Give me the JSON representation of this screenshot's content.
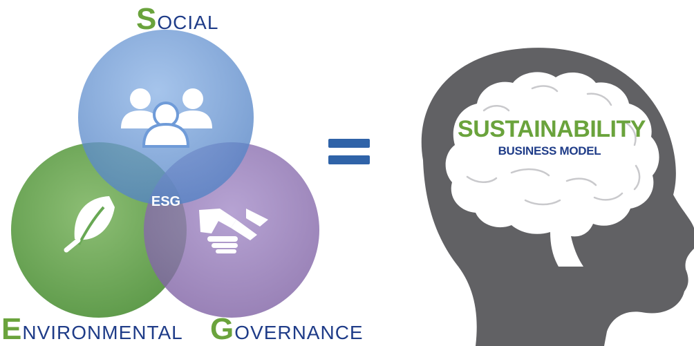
{
  "venn": {
    "social": {
      "initial": "S",
      "rest": "OCIAL",
      "color": "#5b8fd4",
      "icon": "people-icon"
    },
    "environmental": {
      "initial": "E",
      "rest": "NVIRONMENTAL",
      "color": "#5fa34a",
      "icon": "leaf-icon"
    },
    "governance": {
      "initial": "G",
      "rest": "OVERNANCE",
      "color": "#8a6bb0",
      "icon": "handshake-icon"
    },
    "center_label": "ESG"
  },
  "operator": {
    "icon": "equals-icon",
    "color": "#2f63a8"
  },
  "brain": {
    "title": "SUSTAINABILITY",
    "subtitle": "BUSINESS MODEL",
    "title_color": "#6aa33c",
    "subtitle_color": "#1f3c88",
    "head_color": "#616164"
  },
  "colors": {
    "accent_green": "#6aa33c",
    "caption_blue": "#1f3c88"
  }
}
